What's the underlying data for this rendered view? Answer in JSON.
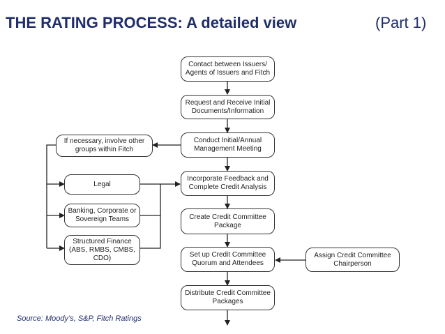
{
  "header": {
    "title": "THE RATING PROCESS: A detailed view",
    "part": "(Part 1)"
  },
  "flow": {
    "main": [
      {
        "line1": "Contact between Issuers/",
        "line2": "Agents of Issuers  and Fitch"
      },
      {
        "line1": "Request and Receive Initial",
        "line2": "Documents/Information"
      },
      {
        "line1": "Conduct Initial/Annual",
        "line2": "Management Meeting"
      },
      {
        "line1": "Incorporate Feedback and",
        "line2": "Complete Credit Analysis"
      },
      {
        "line1": "Create Credit Committee",
        "line2": "Package"
      },
      {
        "line1": "Set up Credit Committee",
        "line2": "Quorum and Attendees"
      },
      {
        "line1": "Distribute Credit Committee",
        "line2": "Packages"
      }
    ],
    "side": [
      {
        "line1": "If necessary, involve other",
        "line2": "groups within Fitch"
      },
      {
        "line1": "Legal"
      },
      {
        "line1": "Banking, Corporate or",
        "line2": "Sovereign Teams"
      },
      {
        "line1": "Structured Finance",
        "line2": "(ABS, RMBS, CMBS,",
        "line3": "CDO)"
      }
    ],
    "chairperson": {
      "line1": "Assign Credit Committee",
      "line2": "Chairperson"
    }
  },
  "footer": {
    "source": "Source: Moody’s, S&P, Fitch Ratings"
  }
}
